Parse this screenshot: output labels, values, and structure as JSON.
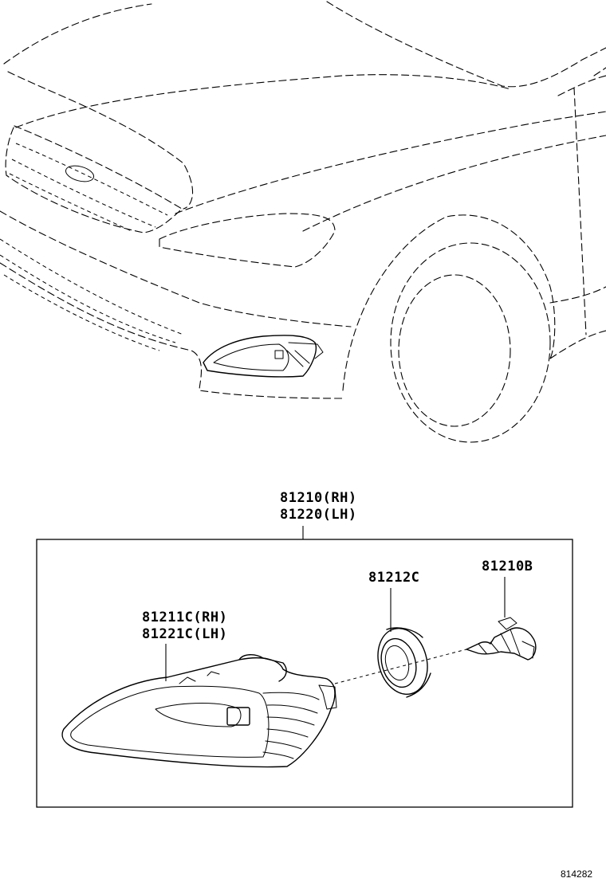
{
  "labels": {
    "assembly_rh": "81210(RH)",
    "assembly_lh": "81220(LH)",
    "lens_rh": "81211C(RH)",
    "lens_lh": "81221C(LH)",
    "gasket": "81212C",
    "bulb": "81210B"
  },
  "reference_number": "814282"
}
